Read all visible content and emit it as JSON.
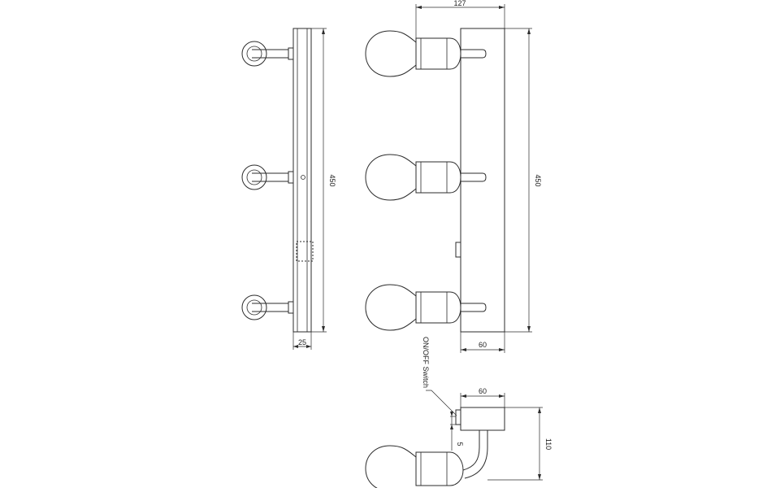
{
  "dimensions": {
    "side_height": "450",
    "side_width": "25",
    "front_height": "450",
    "front_top_width": "127",
    "front_bottom_width": "60",
    "detail_width": "60",
    "detail_height": "110",
    "detail_switch_offset": "5"
  },
  "callouts": {
    "switch_label": "ON/OFF Switch"
  }
}
